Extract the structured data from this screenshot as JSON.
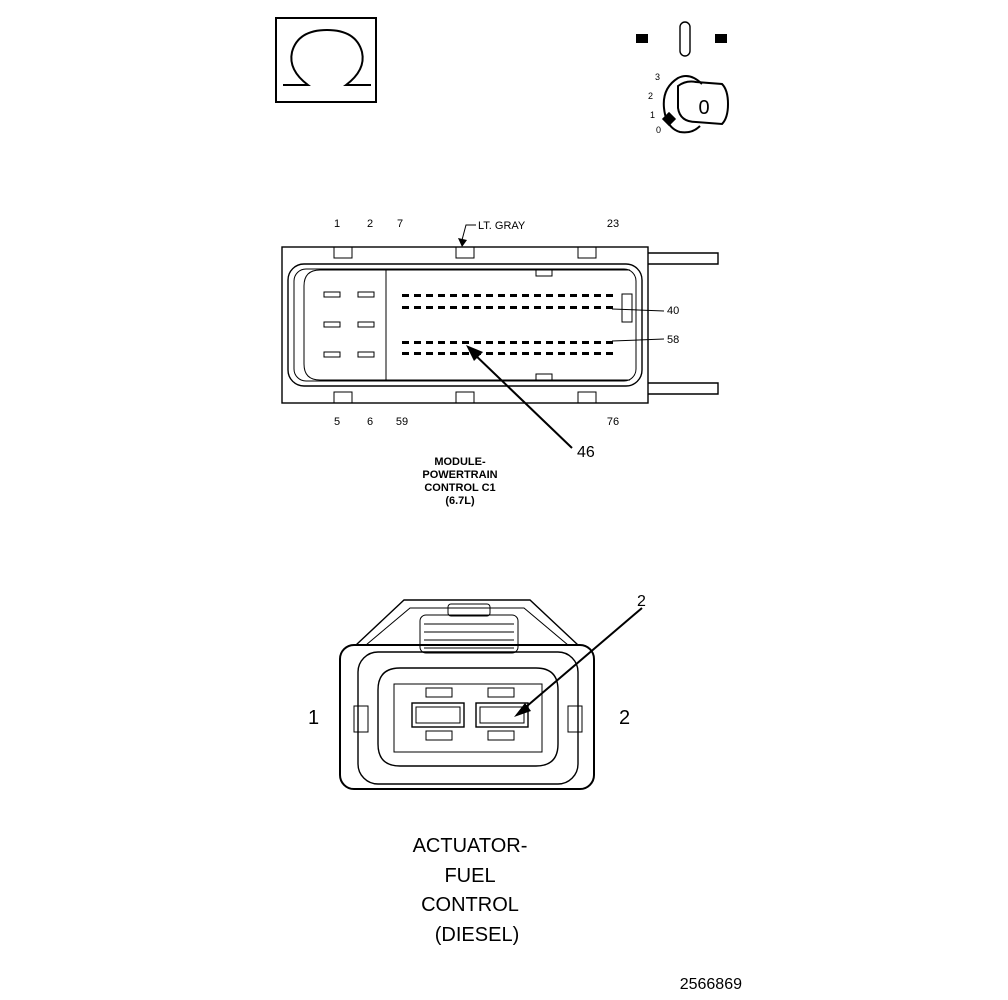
{
  "symbols": {
    "ohm": "ohmmeter-icon",
    "ignition": "ignition-key-icon",
    "key_label": "0",
    "switch_positions": [
      "3",
      "2",
      "1",
      "0"
    ]
  },
  "pcm_connector": {
    "color_label": "LT. GRAY",
    "top_pins": [
      "1",
      "2",
      "7",
      "23"
    ],
    "bottom_pins": [
      "5",
      "6",
      "59",
      "76"
    ],
    "row_pins": [
      "40",
      "58"
    ],
    "callout_pin": "46",
    "name_lines": [
      "MODULE-",
      "POWERTRAIN",
      "CONTROL C1",
      "(6.7L)"
    ]
  },
  "actuator_connector": {
    "callout_pin": "2",
    "left_pin": "1",
    "right_pin": "2",
    "name_lines": [
      "ACTUATOR-",
      "FUEL",
      "CONTROL",
      "(DIESEL)"
    ]
  },
  "figure_id": "2566869"
}
